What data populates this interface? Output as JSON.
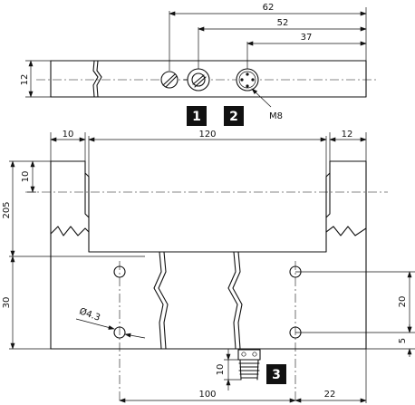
{
  "top_view": {
    "dims": {
      "d62": "62",
      "d52": "52",
      "d37": "37",
      "d12": "12"
    },
    "thread_label": "M8",
    "callouts": [
      "1",
      "2"
    ]
  },
  "front_view": {
    "dims": {
      "d10_left": "10",
      "d120": "120",
      "d12_right": "12",
      "d10_vert": "10",
      "d205": "205",
      "d30": "30",
      "d20": "20",
      "d5": "5",
      "d10_conn": "10",
      "d100": "100",
      "d22": "22"
    },
    "hole_label": "Ø4.3",
    "callout": "3"
  }
}
